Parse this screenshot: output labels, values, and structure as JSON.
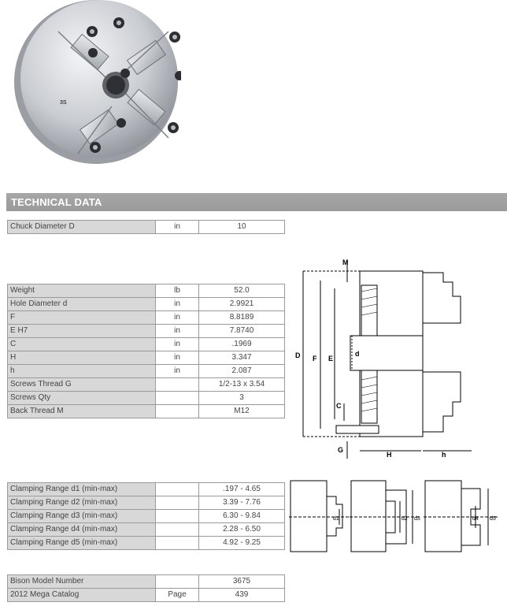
{
  "section": {
    "title": "TECHNICAL DATA"
  },
  "table_chuck": [
    {
      "label": "Chuck Diameter D",
      "unit": "in",
      "value": "10"
    }
  ],
  "table_specs": [
    {
      "label": "Weight",
      "unit": "lb",
      "value": "52.0"
    },
    {
      "label": "Hole Diameter d",
      "unit": "in",
      "value": "2.9921"
    },
    {
      "label": "F",
      "unit": "in",
      "value": "8.8189"
    },
    {
      "label": "E H7",
      "unit": "in",
      "value": "7.8740"
    },
    {
      "label": "C",
      "unit": "in",
      "value": ".1969"
    },
    {
      "label": "H",
      "unit": "in",
      "value": "3.347"
    },
    {
      "label": "h",
      "unit": "in",
      "value": "2.087"
    },
    {
      "label": "Screws Thread G",
      "unit": "",
      "value": "1/2-13 x 3.54"
    },
    {
      "label": "Screws Qty",
      "unit": "",
      "value": "3"
    },
    {
      "label": "Back Thread M",
      "unit": "",
      "value": "M12"
    }
  ],
  "table_clamping": [
    {
      "label": "Clamping Range d1 (min-max)",
      "unit": "",
      "value": ".197 - 4.65"
    },
    {
      "label": "Clamping Range d2 (min-max)",
      "unit": "",
      "value": "3.39 - 7.76"
    },
    {
      "label": "Clamping Range d3 (min-max)",
      "unit": "",
      "value": "6.30 - 9.84"
    },
    {
      "label": "Clamping Range d4 (min-max)",
      "unit": "",
      "value": "2.28 - 6.50"
    },
    {
      "label": "Clamping Range d5 (min-max)",
      "unit": "",
      "value": "4.92 - 9.25"
    }
  ],
  "table_catalog": [
    {
      "label": "Bison Model Number",
      "unit": "",
      "value": "3675"
    },
    {
      "label": "2012 Mega Catalog",
      "unit": "Page",
      "value": "439"
    }
  ],
  "drawing_labels": {
    "M": "M",
    "D": "D",
    "F": "F",
    "E": "E",
    "d": "d",
    "C": "C",
    "G": "G",
    "H": "H",
    "h": "h",
    "d1": "d1",
    "d2": "d2",
    "d3": "d3",
    "d4": "d4",
    "d5": "d5"
  },
  "colors": {
    "header_bar": "#a0a0a0",
    "label_cell": "#d8d8d8",
    "border": "#9a9a9a"
  }
}
